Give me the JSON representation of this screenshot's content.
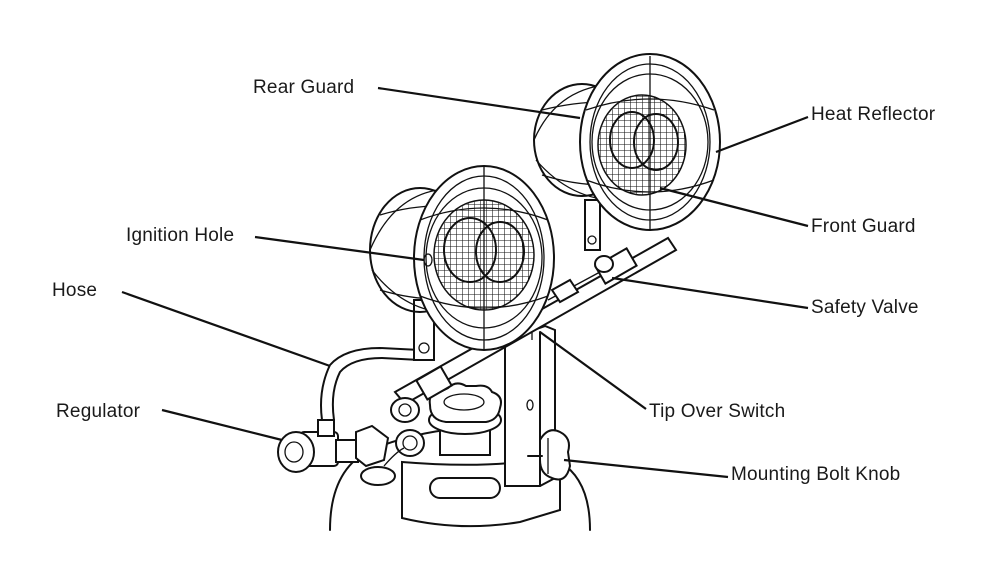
{
  "labels": {
    "rear_guard": "Rear Guard",
    "heat_reflector": "Heat Reflector",
    "ignition_hole": "Ignition Hole",
    "front_guard": "Front Guard",
    "hose": "Hose",
    "safety_valve": "Safety Valve",
    "regulator": "Regulator",
    "tip_over_switch": "Tip Over Switch",
    "mounting_bolt_knob": "Mounting Bolt Knob"
  },
  "colors": {
    "line": "#111111",
    "background": "#ffffff"
  }
}
